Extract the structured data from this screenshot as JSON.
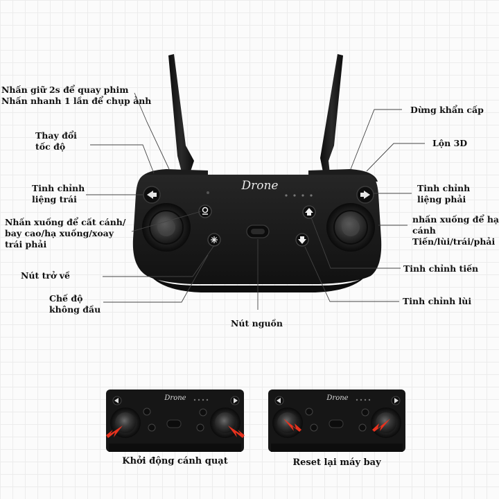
{
  "brand": "Drone",
  "labels": {
    "record": [
      "Nhấn giữ 2s để quay phim",
      "Nhấn nhanh 1 lần để chụp ảnh"
    ],
    "speed": [
      "Thay đổi",
      "tốc độ"
    ],
    "trim_left": [
      "Tinh chỉnh",
      "liệng trái"
    ],
    "left_stick": [
      "Nhấn xuống để cất cánh/",
      "bay cao/hạ xuống/xoay",
      "trái phải"
    ],
    "return": [
      "Nút trở về"
    ],
    "headless": [
      "Chế độ",
      "không đầu"
    ],
    "power": [
      "Nút nguồn"
    ],
    "emergency": [
      "Dừng khẩn cấp"
    ],
    "flip": [
      "Lộn 3D"
    ],
    "trim_right": [
      "Tinh chỉnh",
      "liệng phải"
    ],
    "right_stick": [
      "nhấn xuống để hạ",
      "cánh",
      "Tiến/lùi/trái/phải"
    ],
    "trim_forward": [
      "Tinh chỉnh tiến"
    ],
    "trim_backward": [
      "Tinh chỉnh lùi"
    ]
  },
  "captions": {
    "start_propellers": "Khởi động cánh quạt",
    "reset": "Reset lại máy bay"
  },
  "colors": {
    "controller_body": "#181818",
    "arrow": "#e8321e",
    "leader_line": "#444444"
  }
}
